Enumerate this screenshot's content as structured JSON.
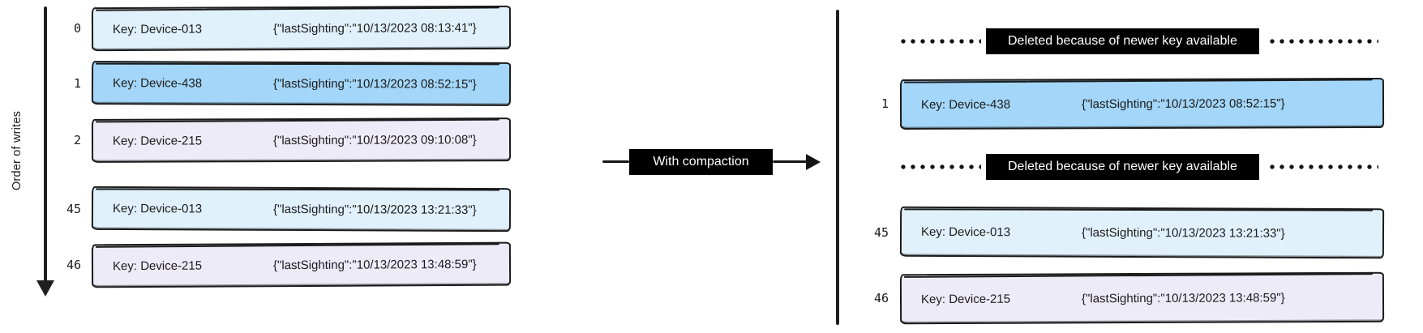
{
  "palette": {
    "light_blue": "#e1f1fc",
    "sky_blue": "#a3d6f8",
    "lavender": "#eeebf8",
    "ink": "#1b1b1b",
    "badge_bg": "#000000",
    "badge_text": "#ffffff"
  },
  "left_panel": {
    "axis_label": "Order of writes",
    "rows": [
      {
        "index": "0",
        "key": "Key: Device-013",
        "value": "{\"lastSighting\":\"10/13/2023 08:13:41\"}",
        "variant": "light-blue"
      },
      {
        "index": "1",
        "key": "Key: Device-438",
        "value": "{\"lastSighting\":\"10/13/2023 08:52:15\"}",
        "variant": "sky-blue"
      },
      {
        "index": "2",
        "key": "Key: Device-215",
        "value": "{\"lastSighting\":\"10/13/2023 09:10:08\"}",
        "variant": "lavender"
      },
      {
        "index": "45",
        "key": "Key: Device-013",
        "value": "{\"lastSighting\":\"10/13/2023 13:21:33\"}",
        "variant": "light-blue"
      },
      {
        "index": "46",
        "key": "Key: Device-215",
        "value": "{\"lastSighting\":\"10/13/2023 13:48:59\"}",
        "variant": "lavender"
      }
    ]
  },
  "transform_label": "With compaction",
  "right_panel": {
    "items": [
      {
        "type": "deleted",
        "label": "Deleted because of newer key available"
      },
      {
        "type": "row",
        "index": "1",
        "key": "Key: Device-438",
        "value": "{\"lastSighting\":\"10/13/2023 08:52:15\"}",
        "variant": "sky-blue"
      },
      {
        "type": "deleted",
        "label": "Deleted because of newer key available"
      },
      {
        "type": "row",
        "index": "45",
        "key": "Key: Device-013",
        "value": "{\"lastSighting\":\"10/13/2023 13:21:33\"}",
        "variant": "light-blue"
      },
      {
        "type": "row",
        "index": "46",
        "key": "Key: Device-215",
        "value": "{\"lastSighting\":\"10/13/2023 13:48:59\"}",
        "variant": "lavender"
      }
    ]
  }
}
